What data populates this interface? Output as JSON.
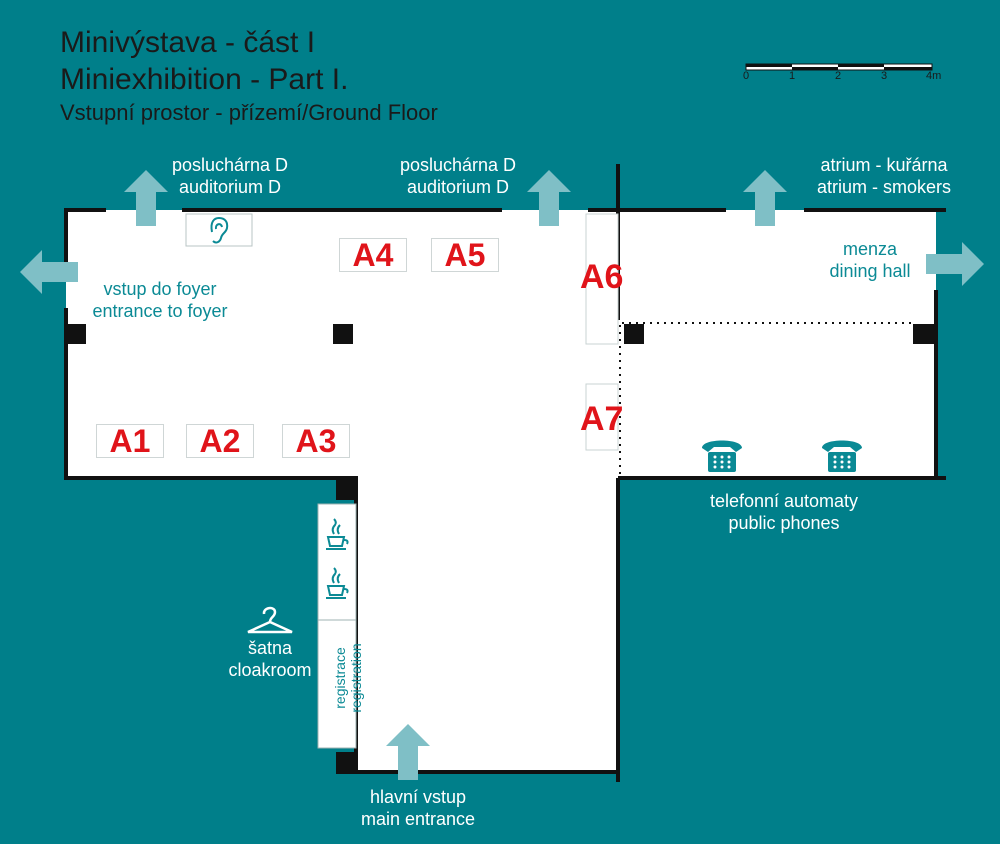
{
  "title": {
    "line1": "Minivýstava - část I",
    "line2": "Miniexhibition - Part I.",
    "line3": "Vstupní prostor - přízemí/Ground Floor"
  },
  "scale": {
    "ticks": [
      "0",
      "1",
      "2",
      "3",
      "4m"
    ]
  },
  "rooms": {
    "auditorium_left": {
      "cz": "posluchárna D",
      "en": "auditorium D"
    },
    "auditorium_right": {
      "cz": "posluchárna D",
      "en": "auditorium D"
    },
    "atrium": {
      "cz": "atrium - kuřárna",
      "en": "atrium - smokers"
    },
    "dining": {
      "cz": "menza",
      "en": "dining hall"
    },
    "foyer": {
      "cz": "vstup do foyer",
      "en": "entrance to foyer"
    },
    "phones": {
      "cz": "telefonní automaty",
      "en": "public phones"
    },
    "cloakroom": {
      "cz": "šatna",
      "en": "cloakroom"
    },
    "registration": {
      "cz": "registrace",
      "en": "registration"
    },
    "main_entrance": {
      "cz": "hlavní vstup",
      "en": "main entrance"
    }
  },
  "booths": [
    "A1",
    "A2",
    "A3",
    "A4",
    "A5",
    "A6",
    "A7"
  ],
  "icons": [
    "arrow-up-icon",
    "arrow-left-icon",
    "arrow-right-icon",
    "ear-icon",
    "phone-icon",
    "coffee-cup-icon",
    "hanger-icon"
  ],
  "colors": {
    "background": "#007f8a",
    "floor": "#ffffff",
    "walls": "#111111",
    "booth_text": "#e0141a",
    "arrows": "#7fbfc6"
  }
}
